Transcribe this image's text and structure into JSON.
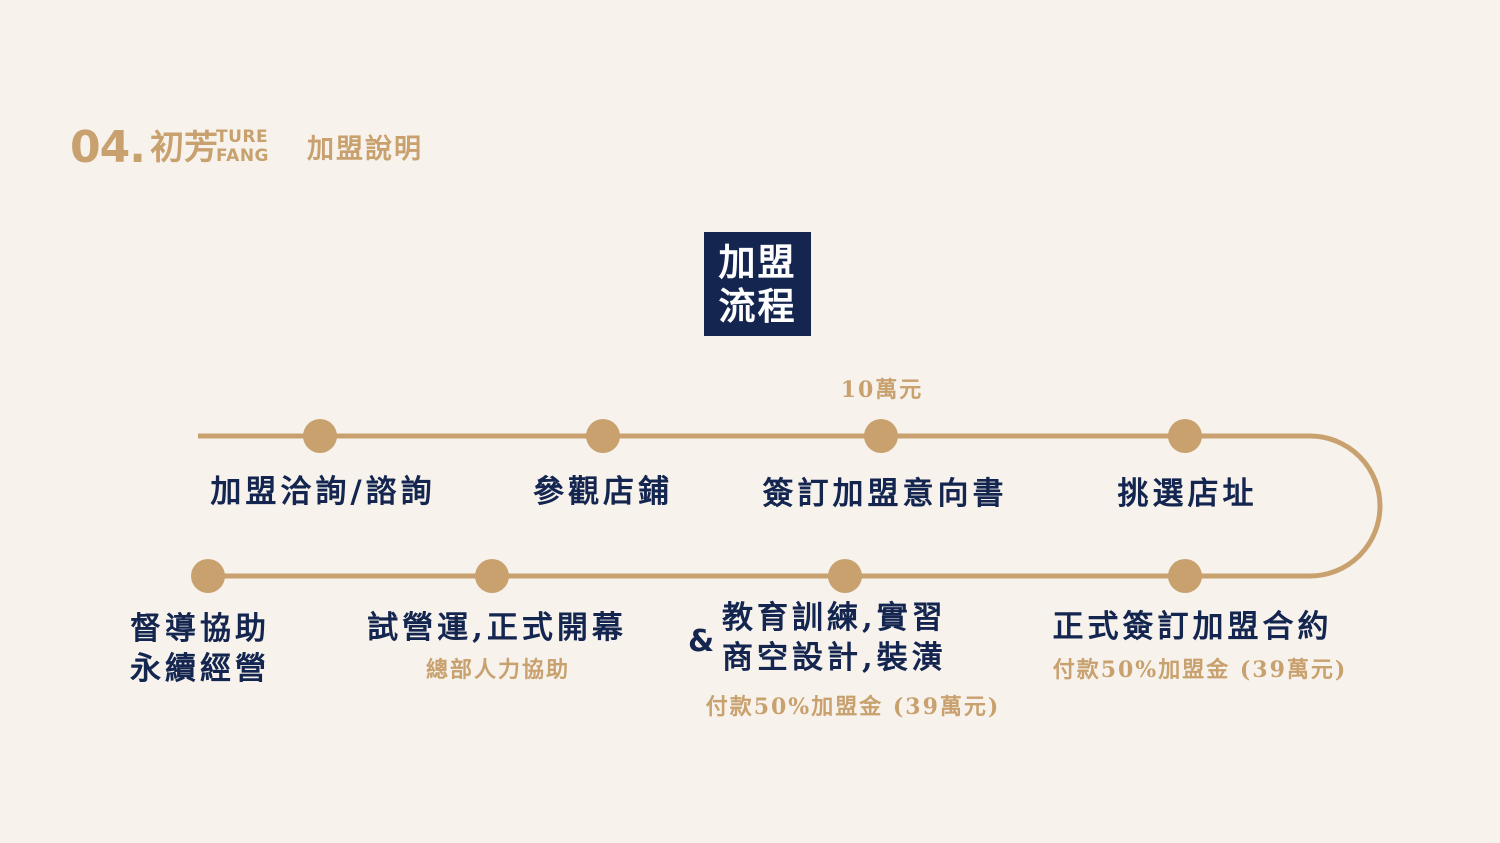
{
  "header": {
    "number": "04.",
    "brand_chinese": "初芳",
    "brand_latin_line1": "TURE",
    "brand_latin_line2": "FANG",
    "section_title": "加盟說明"
  },
  "title": {
    "line1": "加盟",
    "line2": "流程"
  },
  "colors": {
    "background": "#f7f3ec",
    "gold": "#c8a16f",
    "navy": "#142650"
  },
  "steps_top": [
    {
      "label": "加盟洽詢/諮詢"
    },
    {
      "label": "參觀店鋪"
    },
    {
      "label": "簽訂加盟意向書",
      "note": "10萬元"
    },
    {
      "label": "挑選店址"
    }
  ],
  "steps_bottom": [
    {
      "label": "正式簽訂加盟合約",
      "note": "付款50%加盟金 (39萬元)"
    },
    {
      "label_line1": "教育訓練,實習",
      "label_line2": "商空設計,裝潢",
      "prefix": "&",
      "note": "付款50%加盟金 (39萬元)"
    },
    {
      "label": "試營運,正式開幕",
      "note": "總部人力協助"
    },
    {
      "label_line1": "督導協助",
      "label_line2": "永續經營"
    }
  ]
}
